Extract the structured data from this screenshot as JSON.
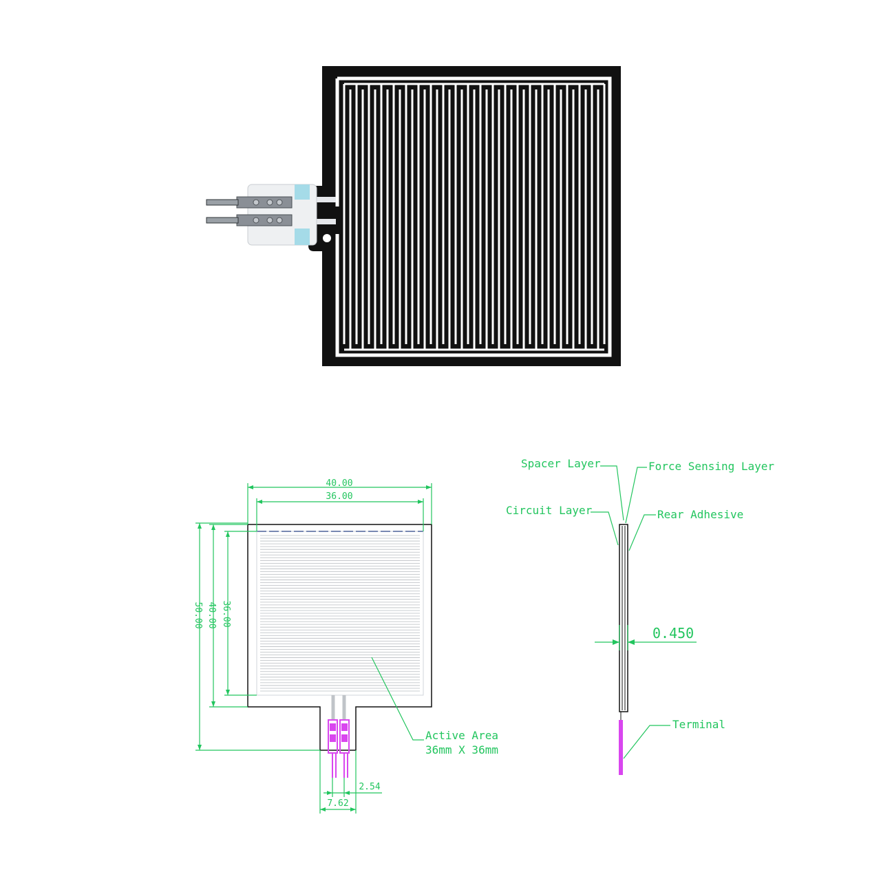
{
  "colors": {
    "dimension": "#22c55e",
    "sensor_body": "#111111",
    "trace": "#ffffff",
    "terminal_pad": "#d946ef",
    "tape": "#a5dbe8",
    "top_edge": "#1e3a8a"
  },
  "front_view": {
    "width_outer": "40.00",
    "width_active": "36.00",
    "height_total": "50.00",
    "height_body": "40.00",
    "height_active": "36.00",
    "pin_pitch": "2.54",
    "terminal_width": "7.62",
    "active_area_line1": "Active Area",
    "active_area_line2": "36mm X 36mm"
  },
  "side_view": {
    "spacer_layer": "Spacer Layer",
    "force_sensing_layer": "Force Sensing Layer",
    "circuit_layer": "Circuit Layer",
    "rear_adhesive": "Rear Adhesive",
    "thickness": "0.450",
    "terminal": "Terminal"
  }
}
